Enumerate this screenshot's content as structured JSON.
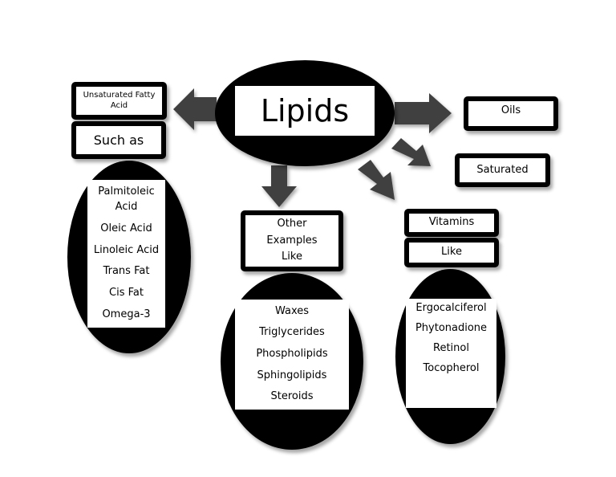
{
  "center": {
    "title": "Lipids"
  },
  "unsaturated": {
    "title": "Unsaturated Fatty Acid",
    "connector": "Such as",
    "examples": [
      "Palmitoleic Acid",
      "Oleic Acid",
      "Linoleic Acid",
      "Trans Fat",
      "Cis Fat",
      "Omega-3"
    ]
  },
  "oils": {
    "label": "Oils"
  },
  "saturated": {
    "label": "Saturated"
  },
  "other": {
    "title": "Other Examples Like",
    "examples": [
      "Waxes",
      "Triglycerides",
      "Phospholipids",
      "Sphingolipids",
      "Steroids"
    ]
  },
  "vitamins": {
    "title": "Vitamins",
    "connector": "Like",
    "examples": [
      "Ergocalciferol",
      "Phytonadione",
      "Retinol",
      "Tocopherol"
    ]
  },
  "colors": {
    "fill": "#000000",
    "text_bg": "#ffffff",
    "arrow": "#404040"
  }
}
